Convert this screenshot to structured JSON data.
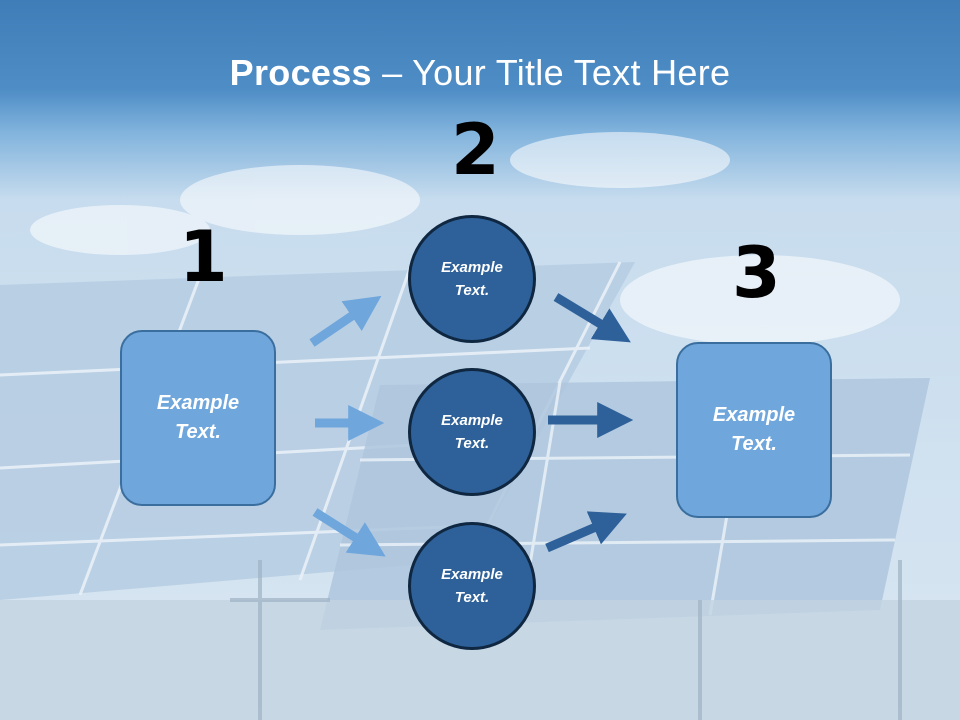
{
  "title": {
    "bold": "Process",
    "rest": " – Your Title Text Here"
  },
  "steps": {
    "one": {
      "number": "1",
      "box_text": "Example\nText."
    },
    "two": {
      "number": "2",
      "circle_top": "Example\nText.",
      "circle_middle": "Example\nText.",
      "circle_bottom": "Example\nText."
    },
    "three": {
      "number": "3",
      "box_text": "Example\nText."
    }
  },
  "colors": {
    "light_box": "#6fa6dc",
    "circle": "#2e6199",
    "arrow_light": "#6fa6dc",
    "arrow_dark": "#2e6199"
  }
}
